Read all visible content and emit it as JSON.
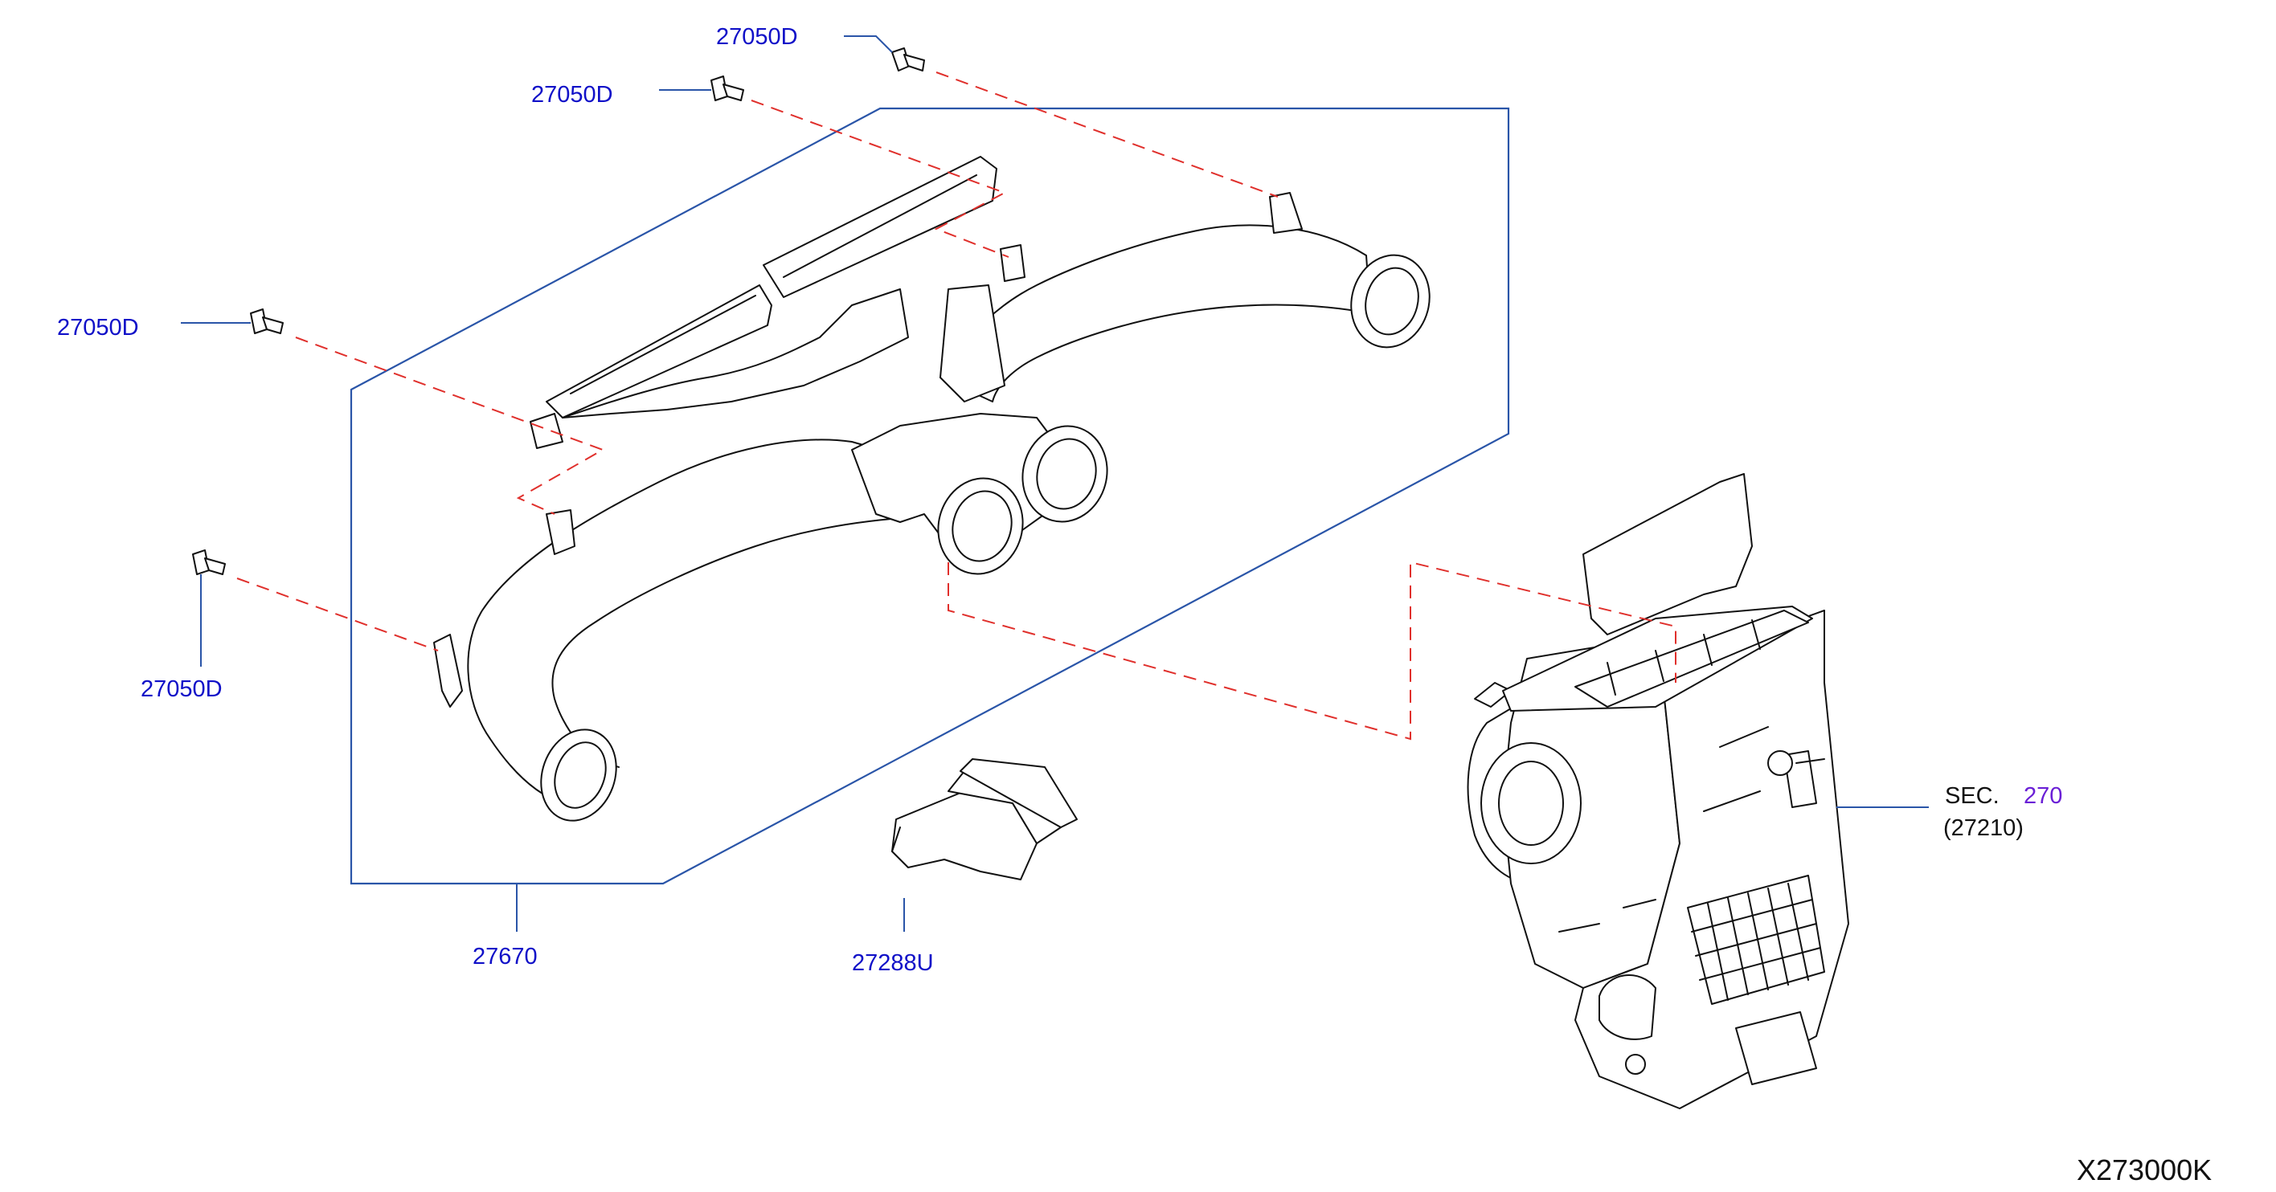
{
  "callouts": {
    "screw_top": "27050D",
    "screw_upper_left": "27050D",
    "screw_left": "27050D",
    "screw_lower_left": "27050D",
    "duct_assembly": "27670",
    "duct_connector": "27288U",
    "heater_unit_ref_prefix": "SEC.",
    "heater_unit_ref_section": "270",
    "heater_unit_ref_sub": "(27210)"
  },
  "diagram_id": "X273000K",
  "colors": {
    "callout_text": "#1010c8",
    "section_link": "#6a1fd6",
    "leader_lines": "#2a55a8",
    "phantom_lines": "#e0302c",
    "artwork": "#111111"
  }
}
